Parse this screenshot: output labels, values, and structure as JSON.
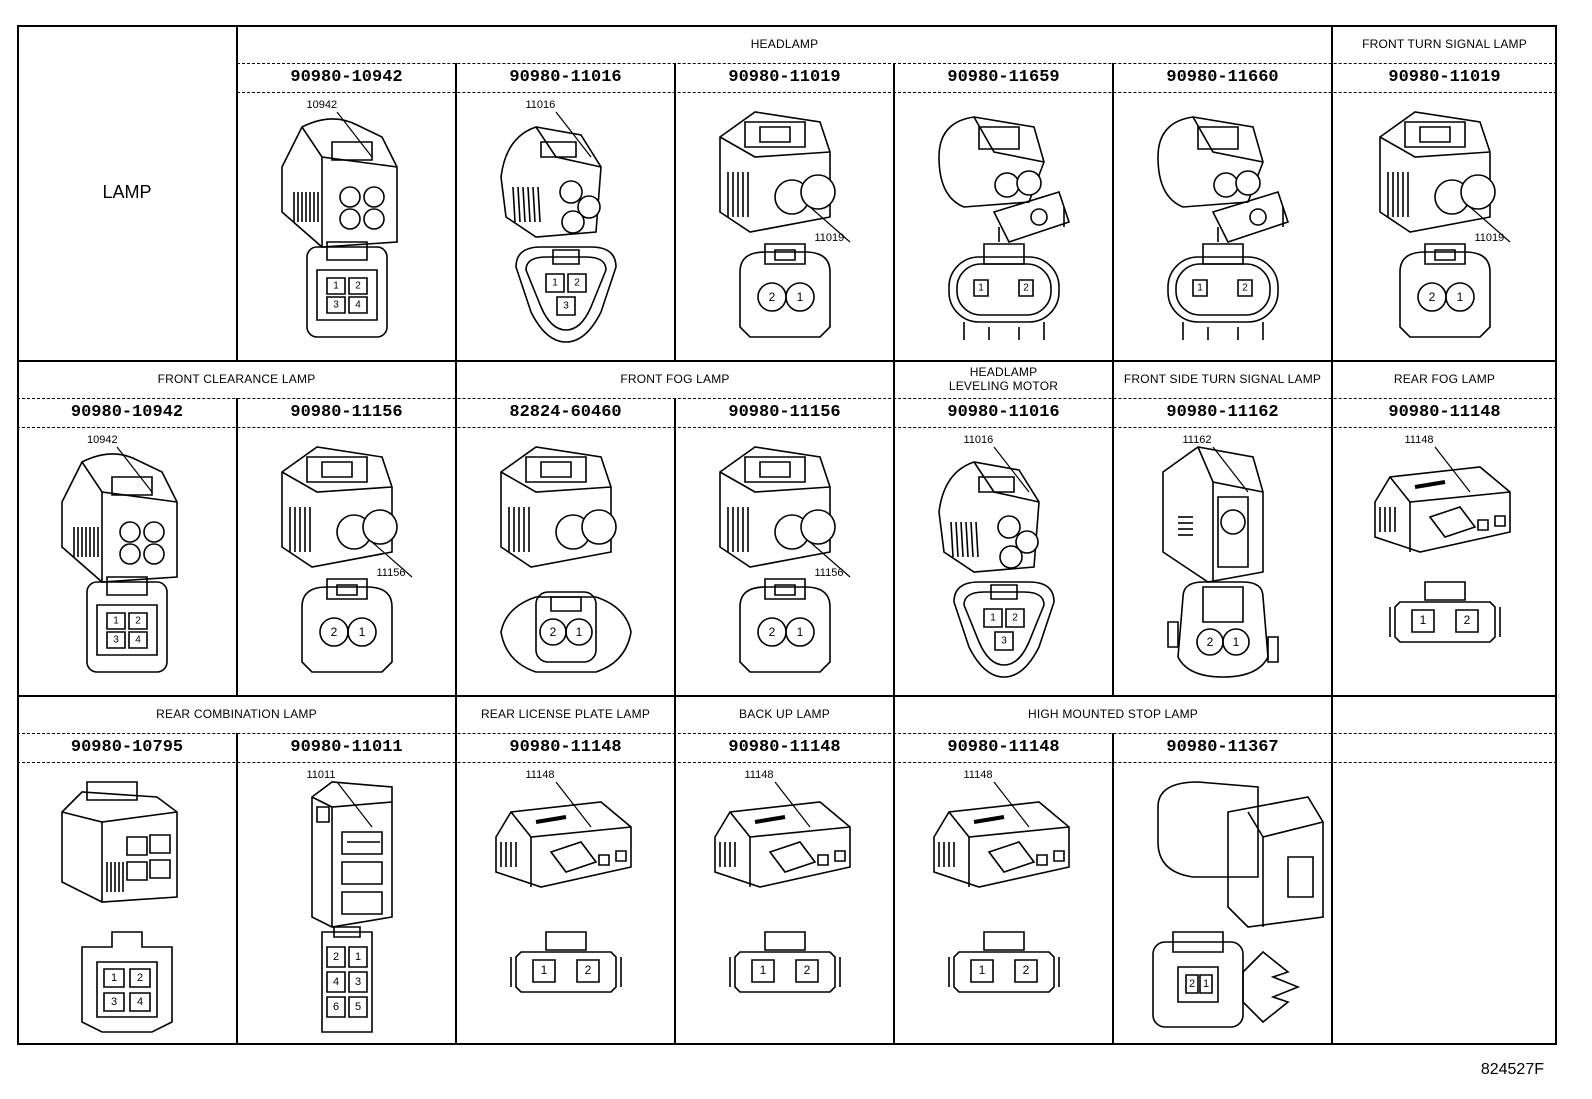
{
  "title": "LAMP",
  "figure_code": "824527F",
  "rows": [
    {
      "groups": [
        {
          "label": "HEADLAMP",
          "span": 5
        },
        {
          "label": "FRONT TURN SIGNAL LAMP",
          "span": 1
        }
      ],
      "cells": [
        {
          "part": "90980-10942",
          "callout": "10942",
          "style": "quad",
          "face": "4pin"
        },
        {
          "part": "90980-11016",
          "callout": "11016",
          "style": "tri",
          "face": "3pin"
        },
        {
          "part": "90980-11019",
          "callout": "11019",
          "style": "dual",
          "face": "2round"
        },
        {
          "part": "90980-11659",
          "callout": "",
          "style": "dualclip",
          "face": "2oval"
        },
        {
          "part": "90980-11660",
          "callout": "",
          "style": "dualclip",
          "face": "2oval"
        },
        {
          "part": "90980-11019",
          "callout": "11019",
          "style": "dual",
          "face": "2round"
        }
      ]
    },
    {
      "groups": [
        {
          "label": "FRONT CLEARANCE LAMP",
          "span": 2
        },
        {
          "label": "FRONT FOG LAMP",
          "span": 2
        },
        {
          "label": "HEADLAMP\nLEVELING MOTOR",
          "span": 1
        },
        {
          "label": "FRONT SIDE TURN SIGNAL LAMP",
          "span": 1
        },
        {
          "label": "REAR FOG LAMP",
          "span": 1
        }
      ],
      "cells": [
        {
          "part": "90980-10942",
          "callout": "10942",
          "style": "quad",
          "face": "4pin"
        },
        {
          "part": "90980-11156",
          "callout": "11156",
          "style": "dual",
          "face": "2round"
        },
        {
          "part": "82824-60460",
          "callout": "",
          "style": "dual",
          "face": "2wide"
        },
        {
          "part": "90980-11156",
          "callout": "11156",
          "style": "dual",
          "face": "2round"
        },
        {
          "part": "90980-11016",
          "callout": "11016",
          "style": "tri",
          "face": "3pin"
        },
        {
          "part": "90980-11162",
          "callout": "11162",
          "style": "side",
          "face": "2side"
        },
        {
          "part": "90980-11148",
          "callout": "11148",
          "style": "flat",
          "face": "2flat"
        }
      ]
    },
    {
      "groups": [
        {
          "label": "REAR COMBINATION LAMP",
          "span": 2
        },
        {
          "label": "REAR LICENSE PLATE LAMP",
          "span": 1
        },
        {
          "label": "BACK UP LAMP",
          "span": 1
        },
        {
          "label": "HIGH MOUNTED STOP LAMP",
          "span": 2
        },
        {
          "label": "",
          "span": 1
        }
      ],
      "cells": [
        {
          "part": "90980-10795",
          "callout": "",
          "style": "box",
          "face": "4sq"
        },
        {
          "part": "90980-11011",
          "callout": "11011",
          "style": "tall",
          "face": "6pin"
        },
        {
          "part": "90980-11148",
          "callout": "11148",
          "style": "flat",
          "face": "2flat"
        },
        {
          "part": "90980-11148",
          "callout": "11148",
          "style": "flat",
          "face": "2flat"
        },
        {
          "part": "90980-11148",
          "callout": "11148",
          "style": "flat",
          "face": "2flat"
        },
        {
          "part": "90980-11367",
          "callout": "",
          "style": "long",
          "face": "2clip"
        },
        {
          "part": "",
          "callout": "",
          "style": "none",
          "face": "none"
        }
      ]
    }
  ],
  "pin_labels": {
    "p1": "1",
    "p2": "2",
    "p3": "3",
    "p4": "4",
    "p5": "5",
    "p6": "6"
  }
}
